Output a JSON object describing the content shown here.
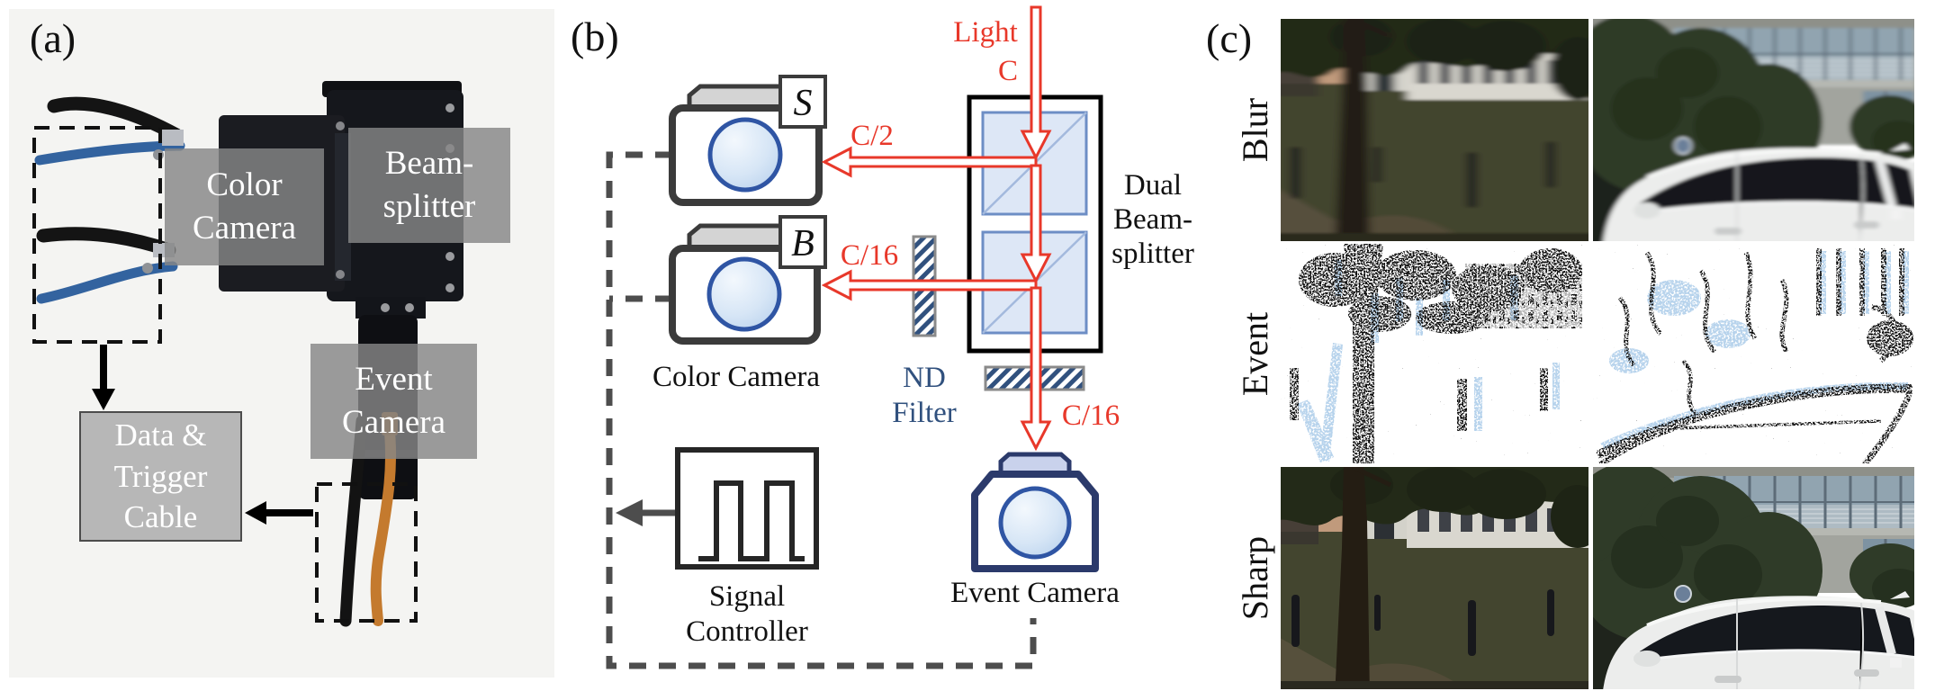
{
  "panel_a": {
    "label": "(a)",
    "color_camera": {
      "lines": [
        "Color",
        "Camera"
      ]
    },
    "beam_splitter": {
      "lines": [
        "Beam-",
        "splitter"
      ]
    },
    "event_camera": {
      "lines": [
        "Event",
        "Camera"
      ]
    },
    "data_trigger": {
      "lines": [
        "Data &",
        "Trigger",
        "Cable"
      ]
    }
  },
  "panel_b": {
    "label": "(b)",
    "tag_s": "S",
    "tag_b": "B",
    "light_word": "Light",
    "light_symbol": "C",
    "c_half": "C/2",
    "c_sixteenth": "C/16",
    "c_sixteenth_down": "C/16",
    "color_camera": "Color Camera",
    "event_camera": "Event Camera",
    "nd": {
      "lines": [
        "ND",
        "Filter"
      ]
    },
    "dual": {
      "lines": [
        "Dual",
        "Beam-",
        "splitter"
      ]
    },
    "signal": {
      "lines": [
        "Signal",
        "Controller"
      ]
    }
  },
  "panel_c": {
    "label": "(c)",
    "rows": [
      {
        "label": "Blur"
      },
      {
        "label": "Event"
      },
      {
        "label": "Sharp"
      }
    ]
  },
  "colors": {
    "accent_red": "#e8382a",
    "navy_text": "#31517e",
    "diagram_gray": "#4d4d4d",
    "lens_ring_blue": "#2f55a4",
    "event_navy": "#2b3a6b"
  }
}
